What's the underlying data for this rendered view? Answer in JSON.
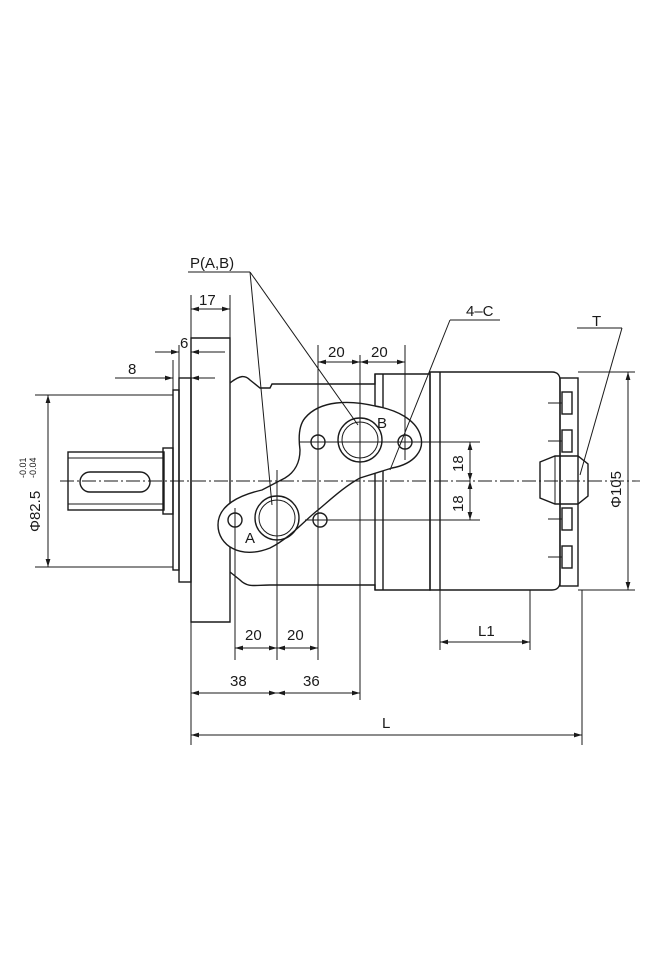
{
  "colors": {
    "line": "#1a1a1a",
    "background": "#ffffff"
  },
  "labels": {
    "ports": "P(A,B)",
    "holes": "4–C",
    "tank": "T",
    "port_a": "A",
    "port_b": "B",
    "diameter_pilot": "Φ82.5",
    "tol_upper": "-0.01",
    "tol_lower": "-0.04",
    "diameter_body": "Φ105",
    "length": "L",
    "length_1": "L1"
  },
  "dimensions": {
    "d17": "17",
    "d6": "6",
    "d8": "8",
    "d20_top_left": "20",
    "d20_top_right": "20",
    "d18_upper": "18",
    "d18_lower": "18",
    "d20_bottom_left": "20",
    "d20_bottom_right": "20",
    "d38": "38",
    "d36": "36"
  }
}
